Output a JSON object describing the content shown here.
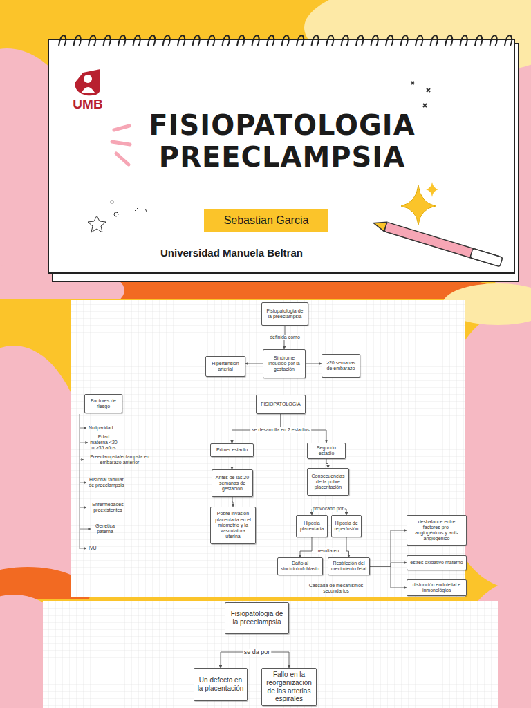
{
  "diagram": {
    "title": "FISIOPATOLOGIA PREECLAMPSIA",
    "nodes": [
      {
        "text": [
          "Fisiopatologia de la preeclampsia"
        ]
      },
      {
        "text": [
          "Síndrome inducido por la gestación"
        ]
      },
      {
        "text": [
          "Hipertensión arterial"
        ]
      },
      {
        "text": [
          ">20 semanas de embarazo"
        ]
      },
      {
        "text": [
          "FISIOPATOLOGIA"
        ]
      },
      {
        "text": [
          "Primer estadio"
        ]
      },
      {
        "text": [
          "Segundo estadio"
        ]
      },
      {
        "text": [
          "Antes de las 20 semanas de gestación"
        ]
      },
      {
        "text": [
          "Consecuencias de la pobre placentación"
        ]
      },
      {
        "text": [
          "Pobre invasión placentaria en el miometrio y la vasculatura uterina"
        ]
      },
      {
        "text": [
          "Hipoxia placentaria"
        ]
      },
      {
        "text": [
          "Hipoxia de reperfusión"
        ]
      },
      {
        "text": [
          "Daño al sinciciotrofoblasto"
        ]
      },
      {
        "text": [
          "Restricción del crecimiento fetal"
        ]
      },
      {
        "text": [
          "desbalance entre factores pro-angiogénicos y anti-angiogénico"
        ]
      },
      {
        "text": [
          "estres oxidativo materno"
        ]
      },
      {
        "text": [
          "disfunción endotelial e inmonológica"
        ]
      },
      {
        "text": [
          "Factores de riesgo"
        ]
      },
      {
        "text": [
          "Fisiopatologia de la preeclampsia"
        ]
      },
      {
        "text": [
          "Un defecto en la placentación"
        ]
      },
      {
        "text": [
          "Fallo en la reorganización de las arterias espirales"
        ]
      }
    ],
    "edges": [
      {
        "from": 0,
        "to": 1,
        "label": "definida como",
        "arrow": "to"
      },
      {
        "from": 1,
        "to": 2,
        "arrow": "to"
      },
      {
        "from": 1,
        "to": 3,
        "arrow": "to"
      },
      {
        "from": 4,
        "to": 5,
        "label": "se desarrolla en 2 estadios",
        "arrow": "to"
      },
      {
        "from": 4,
        "to": 6,
        "arrow": "to"
      },
      {
        "from": 5,
        "to": 7,
        "arrow": "to"
      },
      {
        "from": 7,
        "to": 9,
        "arrow": "to"
      },
      {
        "from": 6,
        "to": 8,
        "arrow": "to"
      },
      {
        "from": 8,
        "to": 10,
        "label": "provocado por",
        "arrow": "to"
      },
      {
        "from": 8,
        "to": 11,
        "arrow": "to"
      },
      {
        "from": 10,
        "to": 12,
        "label": "resulta en",
        "arrow": "to"
      },
      {
        "from": 11,
        "to": 13,
        "arrow": "to"
      },
      {
        "from": 13,
        "to": 14,
        "arrow": "to"
      },
      {
        "from": 13,
        "to": 15,
        "arrow": "to"
      },
      {
        "from": 13,
        "to": 16,
        "arrow": "to"
      },
      {
        "from": 18,
        "to": 19,
        "label": "se da por",
        "arrow": "to"
      },
      {
        "from": 18,
        "to": 20,
        "arrow": "to"
      }
    ],
    "labels": [
      "UMB",
      "Sebastian Garcia",
      "Universidad Manuela Beltran",
      "Nuliparidad",
      "Edad materna <20 o >35 años",
      "Preeclampsia/eclampsia en embarazo anterior",
      "Historial familiar de preeclampsia",
      "Enfermedades preexistentes",
      "Genetica paterna",
      "IVU",
      "Cascada de mecanismos secundarios"
    ]
  }
}
